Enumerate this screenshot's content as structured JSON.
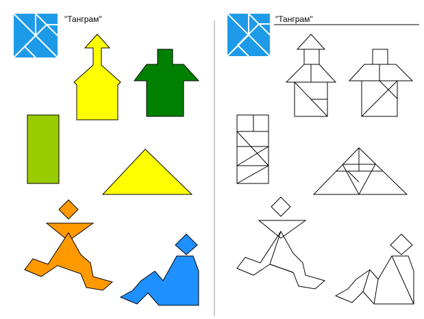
{
  "left_sheet": {
    "title": "\"Танграм\"",
    "logo_icon": "tangram-square-icon",
    "figures": [
      {
        "name": "house-1",
        "color": "#ffff00"
      },
      {
        "name": "house-2",
        "color": "#008000"
      },
      {
        "name": "rectangle",
        "color": "#99cc00"
      },
      {
        "name": "triangle",
        "color": "#ffff00"
      },
      {
        "name": "running-man",
        "color": "#ff9900"
      },
      {
        "name": "sitting-man",
        "color": "#1e90ff"
      }
    ]
  },
  "right_sheet": {
    "title": "\"Танграм\"",
    "logo_icon": "tangram-square-icon",
    "figures": [
      "house-1-outline",
      "house-2-outline",
      "rectangle-outline",
      "triangle-outline",
      "running-man-outline",
      "sitting-man-outline"
    ]
  },
  "colors": {
    "logo_blue": "#1e9be8",
    "outline": "#000000",
    "divider": "#999999"
  }
}
